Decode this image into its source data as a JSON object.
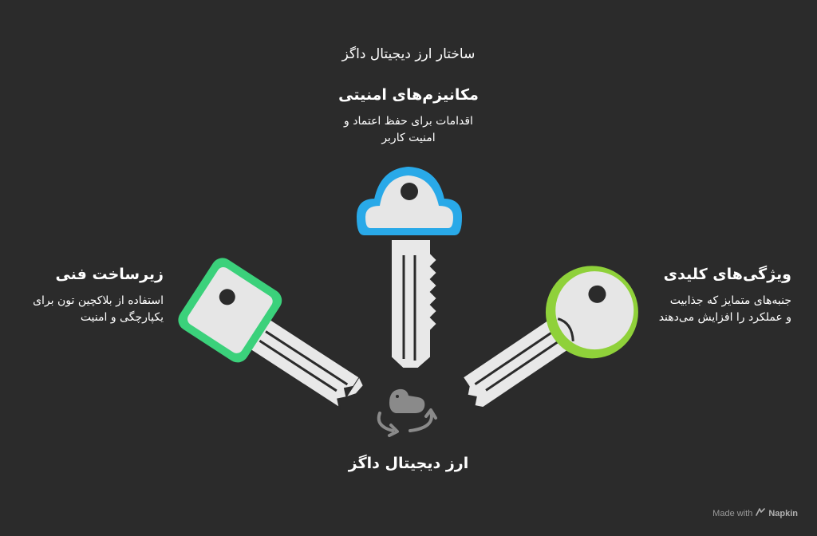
{
  "title": "ساختار ارز دیجیتال داگز",
  "center_label": "ارز دیجیتال داگز",
  "blocks": {
    "top": {
      "title": "مکانیزم‌های امنیتی",
      "desc_line1": "اقدامات برای حفظ اعتماد و",
      "desc_line2": "امنیت کاربر",
      "color": "#29a9e8"
    },
    "left": {
      "title": "زیرساخت فنی",
      "desc_line1": "استفاده از بلاکچین تون برای",
      "desc_line2": "یکپارچگی و امنیت",
      "color": "#3bd17b"
    },
    "right": {
      "title": "ویژگی‌های کلیدی",
      "desc_line1": "جنبه‌های متمایز که جذابیت",
      "desc_line2": "و عملکرد را افزایش می‌دهند",
      "color": "#8fd13a"
    }
  },
  "watermark": {
    "prefix": "Made with",
    "brand": "Napkin"
  },
  "icons": {
    "center": "dog-rotate-icon",
    "keys": [
      "key-top-icon",
      "key-left-icon",
      "key-right-icon"
    ]
  }
}
